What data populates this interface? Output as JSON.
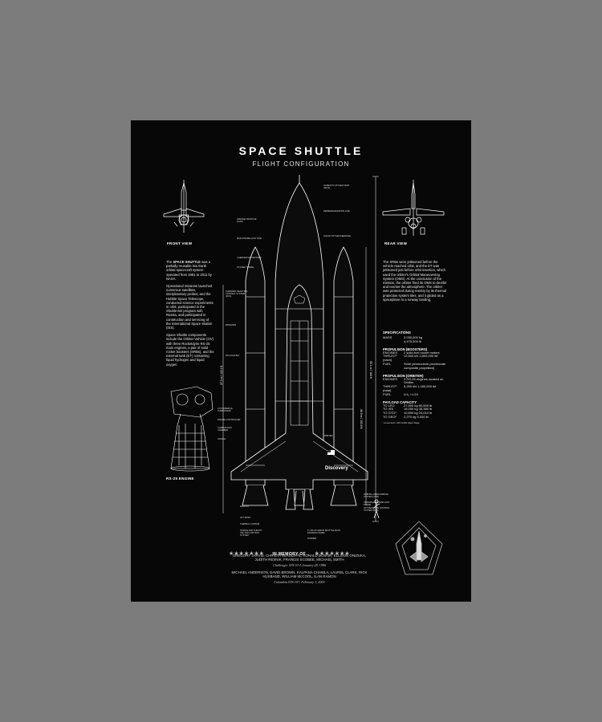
{
  "poster": {
    "title": "SPACE SHUTTLE",
    "subtitle": "FLIGHT CONFIGURATION",
    "front_view": "FRONT VIEW",
    "rear_view": "REAR VIEW",
    "engine_caption": "RS-25 ENGINE",
    "orbiter_name": "Discovery"
  },
  "intro": {
    "p1_lead": "The ",
    "p1_bold": "SPACE SHUTTLE",
    "p1_rest": " was a partially reusable low Earth orbital spacecraft system operated from 1981 to 2011 by NASA.",
    "p2": "Operational missions launched numerous satellites, interplanetary probes, and the Hubble Space Telescope, conducted science experiments in orbit, participated in the Shuttle-Mir program with Russia, and participated in construction and servicing of the International Space Station (ISS).",
    "p3": "Space Shuttle components include the Orbiter Vehicle (OV) with three Rocketdyne RS-25 main engines, a pair of solid rocket boosters (SRBs), and the external tank (ET) containing liquid hydrogen and liquid oxygen."
  },
  "right_text": "The SRBs were jettisoned before the vehicle reached orbit, and the ET was jettisoned just before orbit insertion, which used the orbiter's Orbital Maneuvering System (OMS). At the conclusion of the mission, the orbiter fired its OMS to deorbit and reenter the atmosphere. The orbiter was protected during reentry by its thermal protection system tiles, and it glided as a spaceplane to a runway landing.",
  "specs": {
    "heading": "SPECIFICATIONS",
    "mass_label": "MASS",
    "mass_values": [
      "2,030,000 kg",
      "4,470,000 lb"
    ],
    "boosters_heading": "PROPULSION (BOOSTERS)",
    "boosters": [
      {
        "label": "ENGINES",
        "value": "2 solid-fuel rocket motors"
      },
      {
        "label": "THRUST¹ (each)",
        "value": "12,500 kN 2,800,000 lbf"
      },
      {
        "label": "FUEL",
        "value": "Solid (ammonium perchlorate composite propellant)"
      }
    ],
    "orbiter_heading": "PROPULSION (ORBITER)",
    "orbiter": [
      {
        "label": "ENGINES",
        "value": "3 RS-25 engines located on Orbiter"
      },
      {
        "label": "THRUST¹ (total)",
        "value": "5,250 kN 1,180,000 lbf"
      },
      {
        "label": "FUEL",
        "value": "LH₂ / LOX"
      }
    ],
    "payload_heading": "PAYLOAD CAPACITY",
    "payload": [
      {
        "label": "TO LEO",
        "value": "27,500 kg 60,600 lb"
      },
      {
        "label": "TO ISS",
        "value": "16,050 kg 35,380 lb"
      },
      {
        "label": "TO GTO²",
        "value": "10,890 kg 24,010 lb"
      },
      {
        "label": "TO GEO²",
        "value": "2,270 kg 5,000 lb"
      }
    ],
    "footnotes": "¹ at sea level  ² with Inertial Upper Stage"
  },
  "labels_left": [
    "ORANGE PAINT/ICE FOAM",
    "MAIN PROPELLANT LINE",
    "4 SEPARATION MOTORS",
    "SYSTEM TUNNEL",
    "FORWARD REACTION CONTROL SYSTEM (RCS)",
    "WINDOWS",
    "PAYLOAD BAY",
    "2.5 POWERFUL TURBOPUMP",
    "ENGINE CONTROLLER",
    "COMBUSTION CHAMBER",
    "NOZZLE",
    "ELEVON",
    "AFT SKIRT",
    "THERMAL CURTAIN",
    "NOZZLE AND THRUST VECTOR CONTROL SYSTEM"
  ],
  "labels_right": [
    "GASEOUS OXYGEN VENT VALVE",
    "REPRESSURIZATION LINE",
    "LIQUID OXYGEN FEEDLINE",
    "ORBITER",
    "ORBITAL MANEUVERING SYSTEM (OMS)",
    "UNIVERSAL PROPELLANT FRAME",
    "AFT REACTION CONTROL SYSTEM (RCS)",
    "3 x RS-25 SPACE SHUTTLE MAIN ENGINES (SSME)",
    "RUDDER"
  ],
  "dimensions": [
    "56.1 m / 184 ft",
    "46.9 m / 153.8 ft",
    "37.2 m / 122.2 ft"
  ],
  "memorial": {
    "heading": "IN MEMORY OF",
    "crew1": "GREGORY JARVIS, CHRISTA McAULIFFE, RONALD McNAIR, ELLISON ONIZUKA, JUDITH RESNIK, FRANCIS SCOBEE, MICHAEL SMITH",
    "mission1": "Challenger STS-51-L January 28, 1986",
    "crew2": "MICHAEL ANDERSON, DAVID BROWN, KALPANA CHAWLA, LAUREL CLARK, RICK HUSBAND, WILLIAM McCOOL, ILAN RAMON",
    "mission2": "Columbia STS-107, February 1, 2003"
  },
  "colors": {
    "background": "#7c7c7c",
    "poster": "#070707",
    "line": "#ffffff"
  }
}
